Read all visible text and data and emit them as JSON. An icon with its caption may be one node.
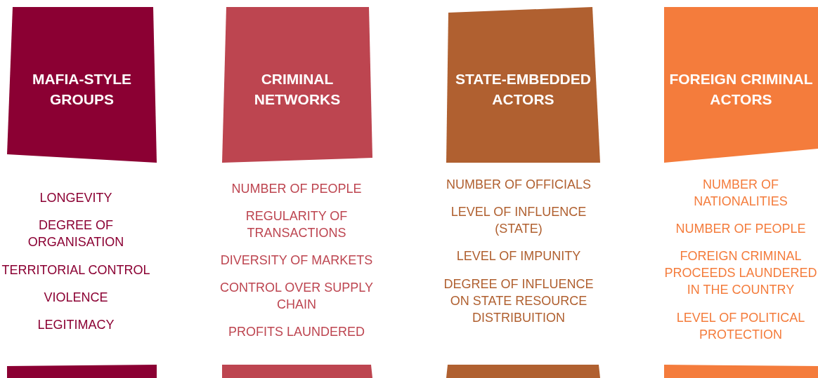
{
  "diagram": {
    "nodes": [
      {
        "text": [
          "MAFIA-STYLE GROUPS"
        ]
      },
      {
        "text": [
          "CRIMINAL NETWORKS"
        ]
      },
      {
        "text": [
          "STATE-EMBEDDED ACTORS"
        ]
      },
      {
        "text": [
          "FOREIGN CRIMINAL ACTORS"
        ]
      },
      {
        "text": [],
        "shape": "box"
      },
      {
        "text": [],
        "shape": "box"
      },
      {
        "text": [],
        "shape": "box"
      },
      {
        "text": [],
        "shape": "box"
      }
    ],
    "labels": [
      "LONGEVITY",
      "DEGREE OF ORGANISATION",
      "TERRITORIAL CONTROL",
      "VIOLENCE",
      "LEGITIMACY",
      "NUMBER OF PEOPLE",
      "REGULARITY OF TRANSACTIONS",
      "DIVERSITY OF MARKETS",
      "CONTROL OVER SUPPLY CHAIN",
      "PROFITS LAUNDERED",
      "NUMBER OF OFFICIALS",
      "LEVEL OF INFLUENCE (STATE)",
      "LEVEL OF IMPUNITY",
      "DEGREE OF INFLUENCE ON STATE RESOURCE DISTRIBUITION",
      "NUMBER OF NATIONALITIES",
      "NUMBER OF PEOPLE",
      "FOREIGN CRIMINAL PROCEEDS LAUNDERED IN THE COUNTRY",
      "LEVEL OF POLITICAL PROTECTION"
    ]
  }
}
